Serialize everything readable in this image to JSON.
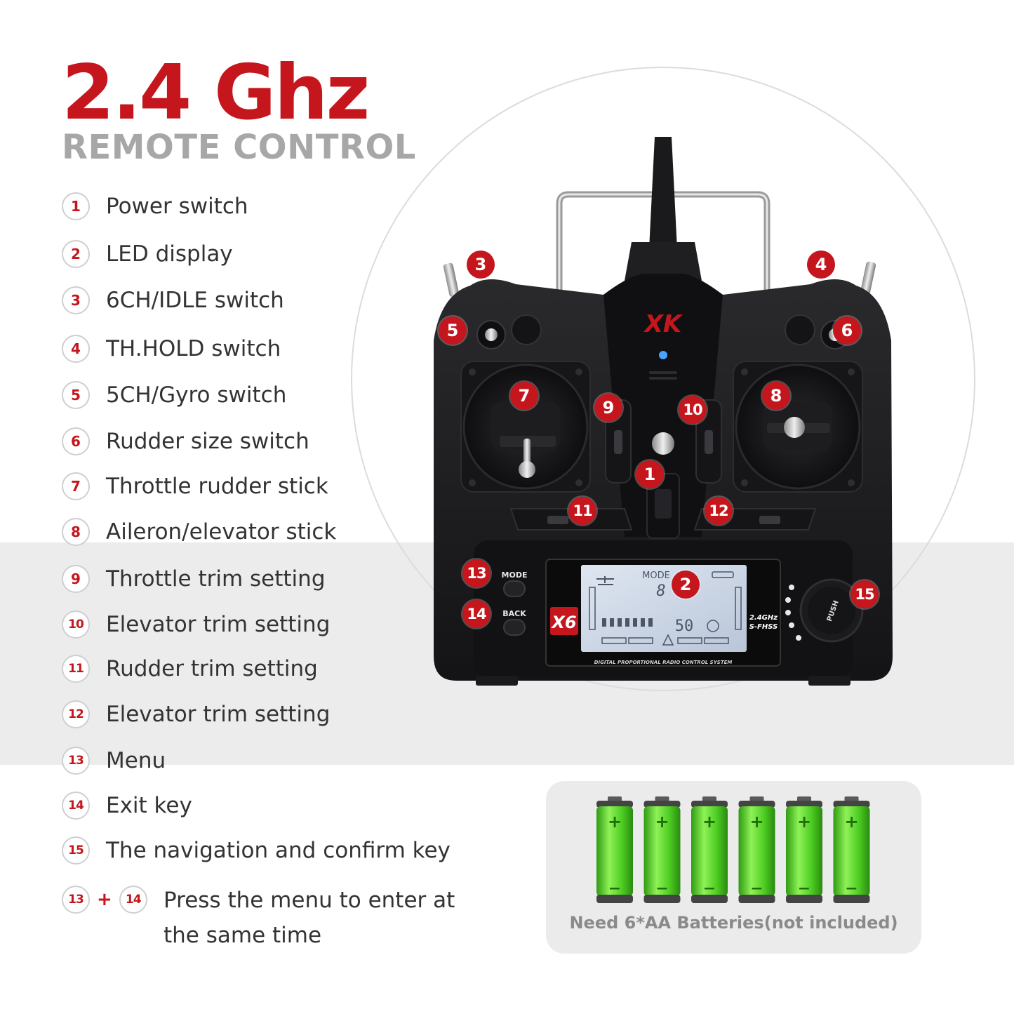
{
  "header": {
    "title": "2.4 Ghz",
    "subtitle": "REMOTE CONTROL"
  },
  "features": [
    {
      "num": "1",
      "label": "Power switch"
    },
    {
      "num": "2",
      "label": "LED display"
    },
    {
      "num": "3",
      "label": "6CH/IDLE switch"
    },
    {
      "num": "4",
      "label": "TH.HOLD switch"
    },
    {
      "num": "5",
      "label": "5CH/Gyro switch"
    },
    {
      "num": "6",
      "label": "Rudder size switch"
    },
    {
      "num": "7",
      "label": "Throttle rudder stick"
    },
    {
      "num": "8",
      "label": "Aileron/elevator stick"
    },
    {
      "num": "9",
      "label": "Throttle trim setting"
    },
    {
      "num": "10",
      "label": "Elevator trim setting"
    },
    {
      "num": "11",
      "label": "Rudder trim setting"
    },
    {
      "num": "12",
      "label": "Elevator trim setting"
    },
    {
      "num": "13",
      "label": "Menu"
    },
    {
      "num": "14",
      "label": "Exit key"
    },
    {
      "num": "15",
      "label": "The navigation and confirm key"
    }
  ],
  "combo": {
    "a": "13",
    "plus": "+",
    "b": "14",
    "line1": "Press the menu to enter at",
    "line2": "the same time"
  },
  "remote": {
    "brand": "XK",
    "model": "X6",
    "mode_btn": "MODE",
    "back_btn": "BACK",
    "lcd_mode": "MODE",
    "lcd_digit": "8",
    "lcd_value": "50",
    "freq": "2.4GHz",
    "fhss": "S-FHSS",
    "push": "PUSH",
    "footer": "DIGITAL PROPORTIONAL RADIO CONTROL SYSTEM",
    "markers": [
      "1",
      "2",
      "3",
      "4",
      "5",
      "6",
      "7",
      "8",
      "9",
      "10",
      "11",
      "12",
      "13",
      "14",
      "15"
    ],
    "colors": {
      "body": "#1c1c1e",
      "marker": "#c4161c",
      "lcd": "#cfd8e6"
    }
  },
  "batteries": {
    "count": 6,
    "symbol_plus": "+",
    "symbol_minus": "−",
    "label": "Need 6*AA Batteries(not included)"
  }
}
